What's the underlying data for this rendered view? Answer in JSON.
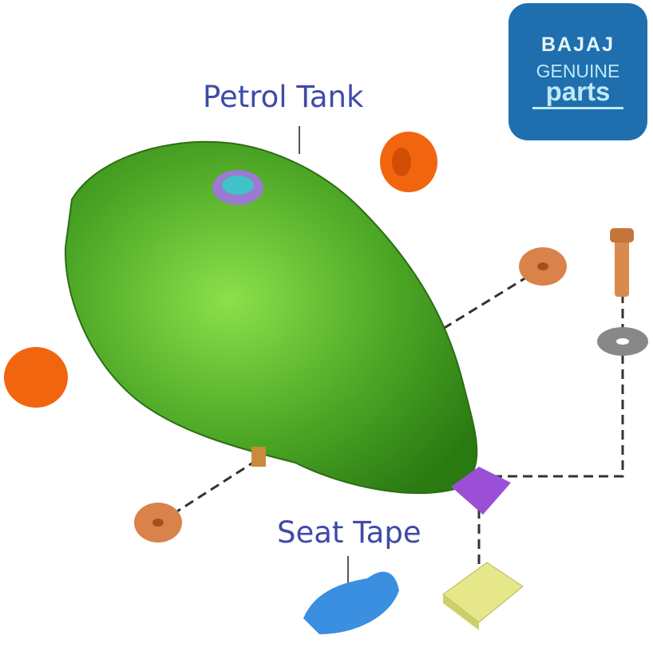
{
  "labels": {
    "petrol_tank": "Petrol Tank",
    "seat_tape": "Seat Tape"
  },
  "logo": {
    "brand": "BAJAJ",
    "line1": "GENUINE",
    "line2": "parts"
  },
  "colors": {
    "tank": "#3f9a1f",
    "cap": "#f2650f",
    "washer": "#d9824a",
    "bracket": "#9b4fd6",
    "tape": "#3b8fe0",
    "pad": "#e6e68a",
    "label": "#3f4aa8",
    "logo_bg": "#1f6fae"
  }
}
